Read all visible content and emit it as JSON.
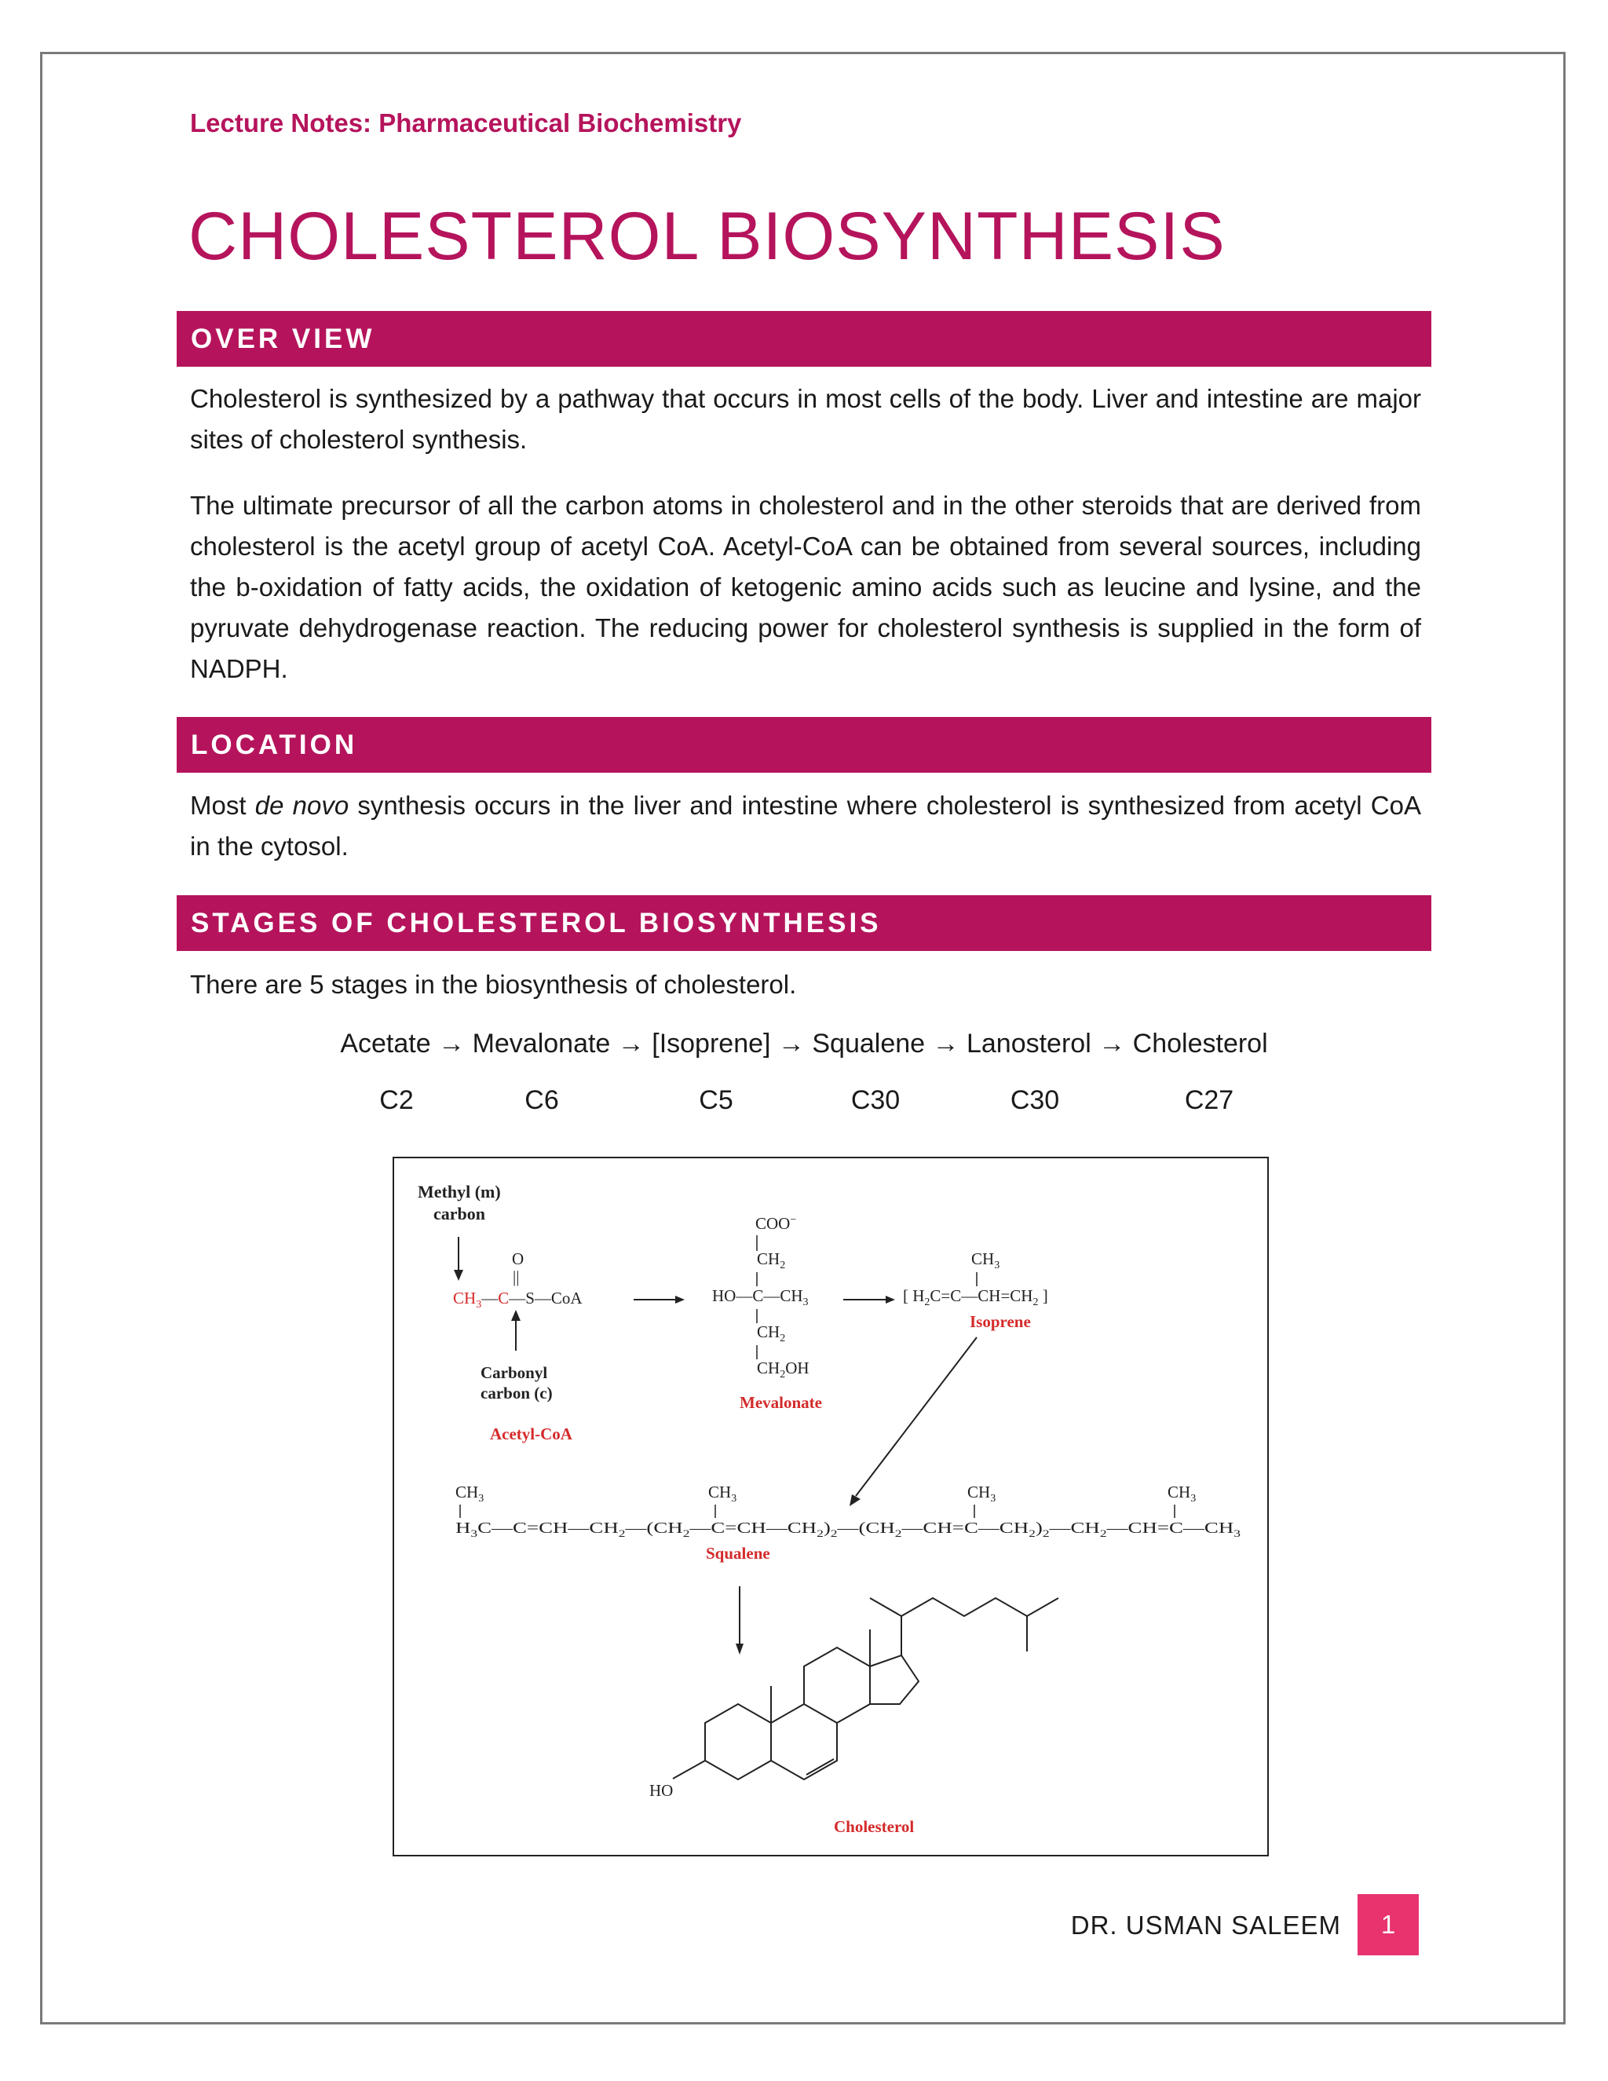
{
  "header": {
    "subtitle": "Lecture Notes: Pharmaceutical Biochemistry",
    "title": "CHOLESTEROL BIOSYNTHESIS"
  },
  "sections": {
    "overview": {
      "heading": "OVER VIEW",
      "p1": "Cholesterol is synthesized by a pathway that occurs in most cells of the body. Liver and intestine are major sites of cholesterol synthesis.",
      "p2": "The ultimate precursor of all the carbon atoms in cholesterol and in the other steroids that are derived from cholesterol is the acetyl group of acetyl CoA. Acetyl-CoA can be obtained from several sources, including the b-oxidation of fatty acids, the oxidation of ketogenic amino acids such as leucine and lysine, and the pyruvate dehydrogenase reaction. The reducing power for cholesterol synthesis is supplied in the form of NADPH."
    },
    "location": {
      "heading": "LOCATION",
      "p_before": "Most ",
      "p_italic": "de novo",
      "p_after": " synthesis occurs in the liver and intestine where cholesterol is synthesized from acetyl CoA in the cytosol."
    },
    "stages": {
      "heading": "STAGES OF CHOLESTEROL BIOSYNTHESIS",
      "intro": "There are 5 stages in the biosynthesis of cholesterol.",
      "pathway": [
        "Acetate",
        "Mevalonate",
        "[Isoprene]",
        "Squalene",
        "Lanosterol",
        "Cholesterol"
      ],
      "arrow": "→",
      "carbons": [
        "C2",
        "C6",
        "C5",
        "C30",
        "C30",
        "C27"
      ]
    }
  },
  "figure": {
    "methyl_label_1": "Methyl (m)",
    "methyl_label_2": "carbon",
    "carbonyl_label_1": "Carbonyl",
    "carbonyl_label_2": "carbon (c)",
    "acetyl_coa_name": "Acetyl-CoA",
    "mevalonate_name": "Mevalonate",
    "isoprene_name": "Isoprene",
    "squalene_name": "Squalene",
    "cholesterol_name": "Cholesterol",
    "ho_label": "HO",
    "name_color": "#d42a2a"
  },
  "footer": {
    "author": "DR. USMAN SALEEM",
    "page_number": "1"
  },
  "colors": {
    "accent": "#b5145c",
    "page_badge": "#e8336f"
  }
}
